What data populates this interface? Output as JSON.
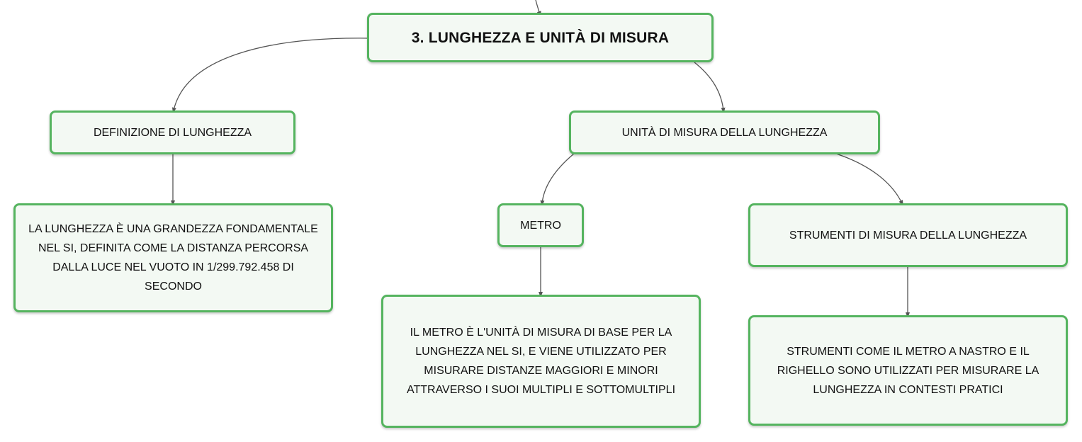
{
  "diagram": {
    "root": {
      "label": "3. LUNGHEZZA E UNITÀ DI MISURA"
    },
    "definition": {
      "label": "DEFINIZIONE DI LUNGHEZZA"
    },
    "definition_detail": {
      "label": "LA LUNGHEZZA È UNA GRANDEZZA FONDAMENTALE NEL SI, DEFINITA COME LA DISTANZA PERCORSA DALLA LUCE NEL VUOTO IN 1/299.792.458 DI SECONDO"
    },
    "units": {
      "label": "UNITÀ DI MISURA DELLA LUNGHEZZA"
    },
    "meter": {
      "label": "METRO"
    },
    "meter_detail": {
      "label": "IL METRO È L'UNITÀ DI MISURA DI BASE PER LA LUNGHEZZA NEL SI, E VIENE UTILIZZATO PER MISURARE DISTANZE MAGGIORI E MINORI ATTRAVERSO I SUOI MULTIPLI E SOTTOMULTIPLI"
    },
    "tools": {
      "label": "STRUMENTI DI MISURA DELLA LUNGHEZZA"
    },
    "tools_detail": {
      "label": "STRUMENTI COME IL METRO A NASTRO E IL RIGHELLO SONO UTILIZZATI PER MISURARE LA LUNGHEZZA IN CONTESTI PRATICI"
    }
  },
  "colors": {
    "node_border": "#55b45f",
    "node_fill": "#f3f9f3",
    "connector": "#555555"
  }
}
